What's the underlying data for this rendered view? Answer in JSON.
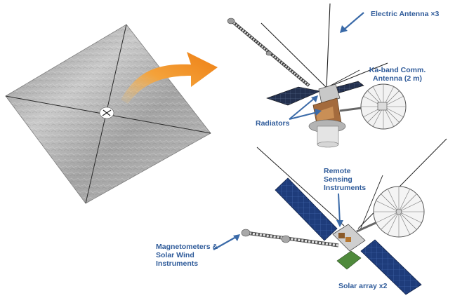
{
  "labels": {
    "electric_antenna": "Electric Antenna ×3",
    "ka_band_line1": "Ka-band  Comm.",
    "ka_band_line2": "Antenna (2 m)",
    "radiators": "Radiators",
    "remote_sensing_line1": "Remote",
    "remote_sensing_line2": "Sensing",
    "remote_sensing_line3": "Instruments",
    "magnetometers_line1": "Magnetometers &",
    "magnetometers_line2": "Solar Wind",
    "magnetometers_line3": "Instruments",
    "solar_array": "Solar array x2"
  },
  "colors": {
    "label": "#2f5b9a",
    "arrow": "#3a6aa8",
    "sail": "#a9a9a9",
    "solar_panel": "#1f3d7a",
    "transition_arrow": "#f08a1c"
  }
}
